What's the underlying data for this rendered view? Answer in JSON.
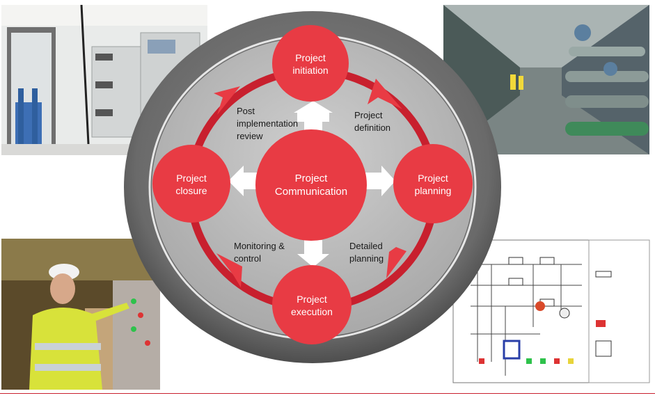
{
  "diagram": {
    "center": {
      "line1": "Project",
      "line2": "Communication"
    },
    "nodes": {
      "initiation": {
        "line1": "Project",
        "line2": "initiation"
      },
      "planning": {
        "line1": "Project",
        "line2": "planning"
      },
      "execution": {
        "line1": "Project",
        "line2": "execution"
      },
      "closure": {
        "line1": "Project",
        "line2": "closure"
      }
    },
    "labels": {
      "definition": {
        "line1": "Project",
        "line2": "definition"
      },
      "detailed": {
        "line1": "Detailed",
        "line2": "planning"
      },
      "monitoring": {
        "line1": "Monitoring &",
        "line2": "control"
      },
      "review": {
        "line1": "Post",
        "line2": "implementation",
        "line3": "review"
      }
    }
  },
  "colors": {
    "accent": "#e83b44",
    "ring": "#c8202e",
    "dial": "#6f6f6f",
    "inner": "#bdbdbd"
  },
  "images": [
    "electrical-room-photo",
    "pipe-gallery-photo",
    "engineer-on-phone-photo",
    "control-schematic"
  ]
}
